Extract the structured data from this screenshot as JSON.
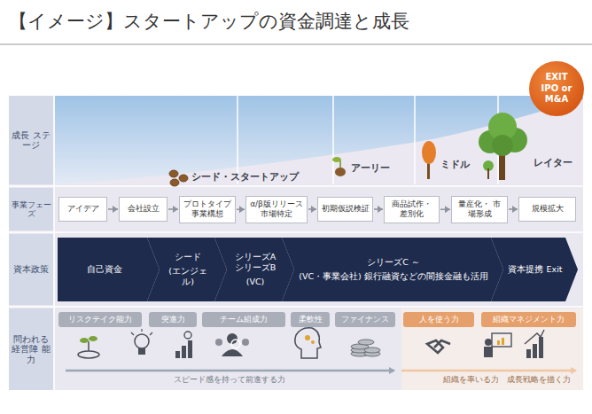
{
  "diagram": {
    "title": "【イメージ】スタートアップの資金調達と成長",
    "nodes": [
      {
        "text": [
          "EXIT",
          "IPO or M&A"
        ]
      },
      {
        "text": [
          "アイデア"
        ]
      },
      {
        "text": [
          "会社設立"
        ]
      },
      {
        "text": [
          "プロトタイプ 事業構想"
        ]
      },
      {
        "text": [
          "α/β版リリース 市場特定"
        ]
      },
      {
        "text": [
          "初期仮説検証"
        ]
      },
      {
        "text": [
          "商品試作・ 差別化"
        ]
      },
      {
        "text": [
          "量産化・ 市場形成"
        ]
      },
      {
        "text": [
          "規模拡大"
        ]
      },
      {
        "text": [
          "自己資金"
        ]
      },
      {
        "text": [
          "シード",
          "(エンジェル)"
        ]
      },
      {
        "text": [
          "シリーズA シリーズB",
          "(VC)"
        ]
      },
      {
        "text": [
          "シリーズC ～",
          "(VC・事業会社) 銀行融資などの間接金融も活用"
        ]
      },
      {
        "text": [
          "資本提携 Exit"
        ]
      },
      {
        "text": [
          "リスクテイク能力"
        ]
      },
      {
        "text": [
          "突進力"
        ]
      },
      {
        "text": [
          "チーム組成力"
        ]
      },
      {
        "text": [
          "柔軟性"
        ]
      },
      {
        "text": [
          "ファイナンス"
        ]
      },
      {
        "text": [
          "人を使う力"
        ]
      },
      {
        "text": [
          "組織マネジメント力"
        ]
      }
    ],
    "edges": [
      {
        "from": 1,
        "to": 2,
        "arrow": "to"
      },
      {
        "from": 2,
        "to": 3,
        "arrow": "to"
      },
      {
        "from": 3,
        "to": 4,
        "arrow": "to"
      },
      {
        "from": 4,
        "to": 5,
        "arrow": "to"
      },
      {
        "from": 5,
        "to": 6,
        "arrow": "to"
      },
      {
        "from": 6,
        "to": 7,
        "arrow": "to"
      },
      {
        "from": 7,
        "to": 8,
        "arrow": "to"
      }
    ],
    "labels": [
      "成長 ステージ",
      "事業フェーズ",
      "資本政策",
      "問われる 経営陣 能力",
      "シード・スタートアップ",
      "アーリー",
      "ミドル",
      "レイター",
      "スピード感を持って前進する力",
      "組織を率いる力",
      "成長戦略を描く力"
    ]
  }
}
